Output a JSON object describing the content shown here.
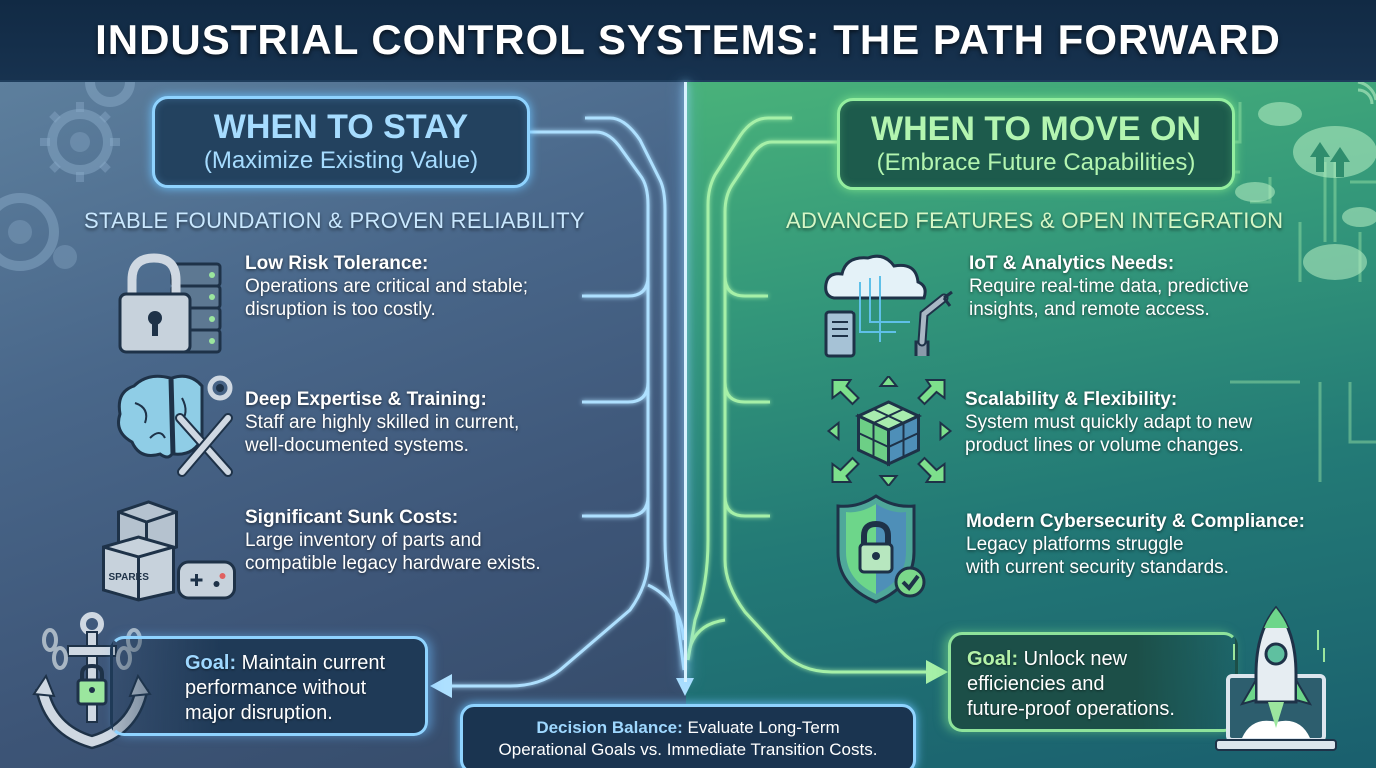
{
  "header": {
    "title": "INDUSTRIAL CONTROL SYSTEMS: THE PATH FORWARD"
  },
  "left": {
    "title": "WHEN TO STAY",
    "subtitle": "(Maximize Existing Value)",
    "section_heading": "STABLE FOUNDATION & PROVEN RELIABILITY",
    "items": [
      {
        "icon": "padlock-server-icon",
        "label": "Low Risk Tolerance:",
        "description": "Operations are critical and stable;\ndisruption is too costly."
      },
      {
        "icon": "brain-tools-icon",
        "label": "Deep Expertise & Training:",
        "description": "Staff are highly skilled in current,\nwell-documented systems."
      },
      {
        "icon": "spares-boxes-icon",
        "label": "Significant Sunk Costs:",
        "description": "Large inventory of parts and\ncompatible legacy hardware exists.",
        "box_label": "SPARES"
      }
    ],
    "goal": {
      "keyword": "Goal:",
      "text": " Maintain current\nperformance without\nmajor disruption.",
      "icon": "anchor-lock-icon"
    }
  },
  "right": {
    "title": "WHEN TO MOVE ON",
    "subtitle": "(Embrace Future Capabilities)",
    "section_heading": "ADVANCED FEATURES & OPEN INTEGRATION",
    "items": [
      {
        "icon": "cloud-iot-icon",
        "label": "IoT & Analytics Needs:",
        "description": "Require real-time data, predictive\ninsights, and remote access."
      },
      {
        "icon": "scalable-cube-icon",
        "label": "Scalability & Flexibility:",
        "description": "System must quickly adapt to new\nproduct lines or volume changes."
      },
      {
        "icon": "shield-lock-check-icon",
        "label": "Modern Cybersecurity & Compliance:",
        "description": "Legacy platforms struggle\nwith current security standards."
      }
    ],
    "goal": {
      "keyword": "Goal:",
      "text": " Unlock new\nefficiencies and\nfuture-proof operations.",
      "icon": "rocket-laptop-icon"
    }
  },
  "decision": {
    "keyword": "Decision Balance:",
    "text_line1": " Evaluate Long-Term",
    "text_line2": "Operational Goals vs. Immediate Transition Costs."
  },
  "colors": {
    "left_accent": "#8fd3ff",
    "right_accent": "#93ee9f",
    "header_bg": "#112a44"
  }
}
